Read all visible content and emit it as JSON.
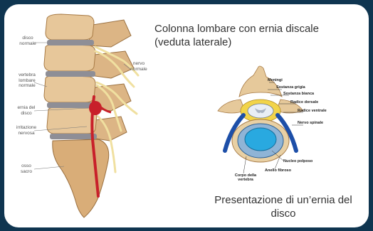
{
  "title": "Colonna lombare con ernia discale (veduta laterale)",
  "caption": "Presentazione di un’ernia del disco",
  "lateral_labels": {
    "disco_normale": "disco normale",
    "vertebra_lombare_normale": "vertebra lombare normale",
    "ernia_del_disco": "ernia del disco",
    "irritazione_nervosa": "irritazione nervosa",
    "osso_sacro": "osso sacro",
    "nervo_normale": "nervo normale"
  },
  "section_labels": {
    "meningi": "Meningi",
    "sostanza_grigia": "Sostanza grigia",
    "sostanza_bianca": "Sostanza bianca",
    "radice_dorsale": "Radice dorsale",
    "radice_ventrale": "Radice ventrale",
    "nervo_spinale": "Nervo spinale",
    "nucleo_polposo": "Nucleo polposo",
    "anello_fibroso": "Anello fibroso",
    "corpo_della_vertebra": "Corpo della vertebra"
  },
  "colors": {
    "frame": "#0f3550",
    "bone": "#e7c79a",
    "disc": "#8e8e96",
    "nerve": "#f0e0a0",
    "hernia": "#c8202a",
    "nucleus": "#29a9e0",
    "spinal_nerve": "#1d4fa8"
  }
}
